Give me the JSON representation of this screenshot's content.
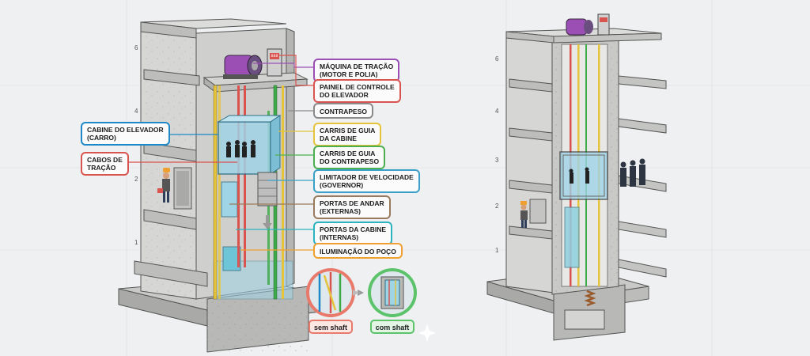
{
  "labels": {
    "traction_machine": {
      "line1": "MÁQUINA DE TRAÇÃO",
      "line2": "(MOTOR E POLIA)",
      "color": "#9b4fb5"
    },
    "control_panel": {
      "line1": "PAINEL DE CONTROLE",
      "line2": "DO ELEVADOR",
      "color": "#d9534f"
    },
    "counterweight": {
      "line1": "CONTRAPESO",
      "color": "#8a8a8a"
    },
    "car_guide_rails": {
      "line1": "CARRIS DE GUIA",
      "line2": "DA CABINE",
      "color": "#e5c33a"
    },
    "counterweight_guide_rails": {
      "line1": "CARRIS DE GUIA",
      "line2": "DO CONTRAPESO",
      "color": "#4caf50"
    },
    "speed_governor": {
      "line1": "LIMITADOR DE VELOCIDADE",
      "line2": "(GOVERNOR)",
      "color": "#3aa0c8"
    },
    "landing_doors": {
      "line1": "PORTAS DE ANDAR",
      "line2": "(EXTERNAS)",
      "color": "#9a7a5c"
    },
    "car_doors": {
      "line1": "PORTAS DA CABINE",
      "line2": "(INTERNAS)",
      "color": "#2bb3c0"
    },
    "shaft_lighting": {
      "line1": "ILUMINAÇÃO DO POÇO",
      "color": "#f0a030"
    },
    "elevator_car": {
      "line1": "CABINE DO ELEVADOR",
      "line2": "(CARRO)",
      "color": "#1e88c8"
    },
    "traction_cables": {
      "line1": "CABOS DE",
      "line2": "TRAÇÃO",
      "color": "#d9534f"
    }
  },
  "compare": {
    "without_shaft": "sem shaft",
    "with_shaft": "com shaft",
    "without_color": "#e8796b",
    "with_color": "#5cc36a"
  },
  "floors_left": [
    "1",
    "2",
    "4",
    "6"
  ],
  "floors_right": [
    "1",
    "2",
    "3",
    "4",
    "6"
  ],
  "panel_display": "888",
  "colors": {
    "concrete": "#c9cac7",
    "concrete_dark": "#a9aaa7",
    "glass": "#9fd3e6",
    "rail_yellow": "#e5c33a",
    "rail_green": "#3faa4a",
    "cable_red": "#d9534f",
    "motor_purple": "#9b4fb5"
  }
}
